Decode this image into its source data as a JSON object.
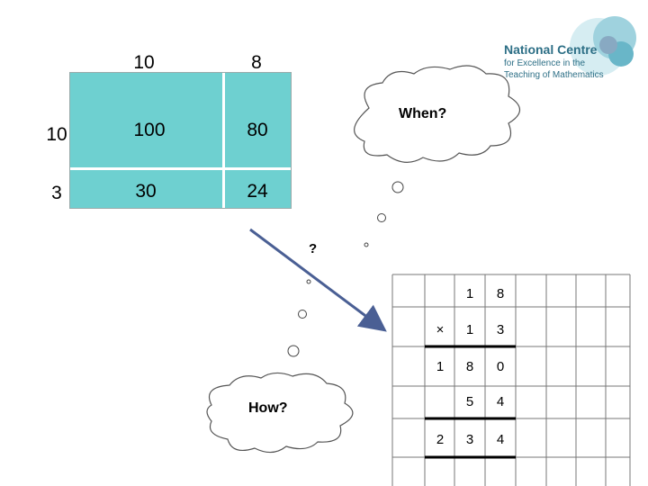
{
  "logo": {
    "line1": "National Centre",
    "line2": "for Excellence in the",
    "line3": "Teaching of Mathematics"
  },
  "grid": {
    "col_headers": [
      "10",
      "8"
    ],
    "row_headers": [
      "10",
      "3"
    ],
    "cells": [
      [
        "100",
        "80"
      ],
      [
        "30",
        "24"
      ]
    ],
    "fill_color": "#6ed0d0"
  },
  "clouds": {
    "top_label": "When?",
    "bottom_label": "How?",
    "question_mark": "?"
  },
  "column_method": {
    "row1": [
      "",
      "1",
      "8"
    ],
    "row2": [
      "×",
      "1",
      "3"
    ],
    "row3": [
      "1",
      "8",
      "0"
    ],
    "row4": [
      "",
      "5",
      "4"
    ],
    "row5": [
      "2",
      "3",
      "4"
    ]
  },
  "arrow_color": "#4a5f94"
}
